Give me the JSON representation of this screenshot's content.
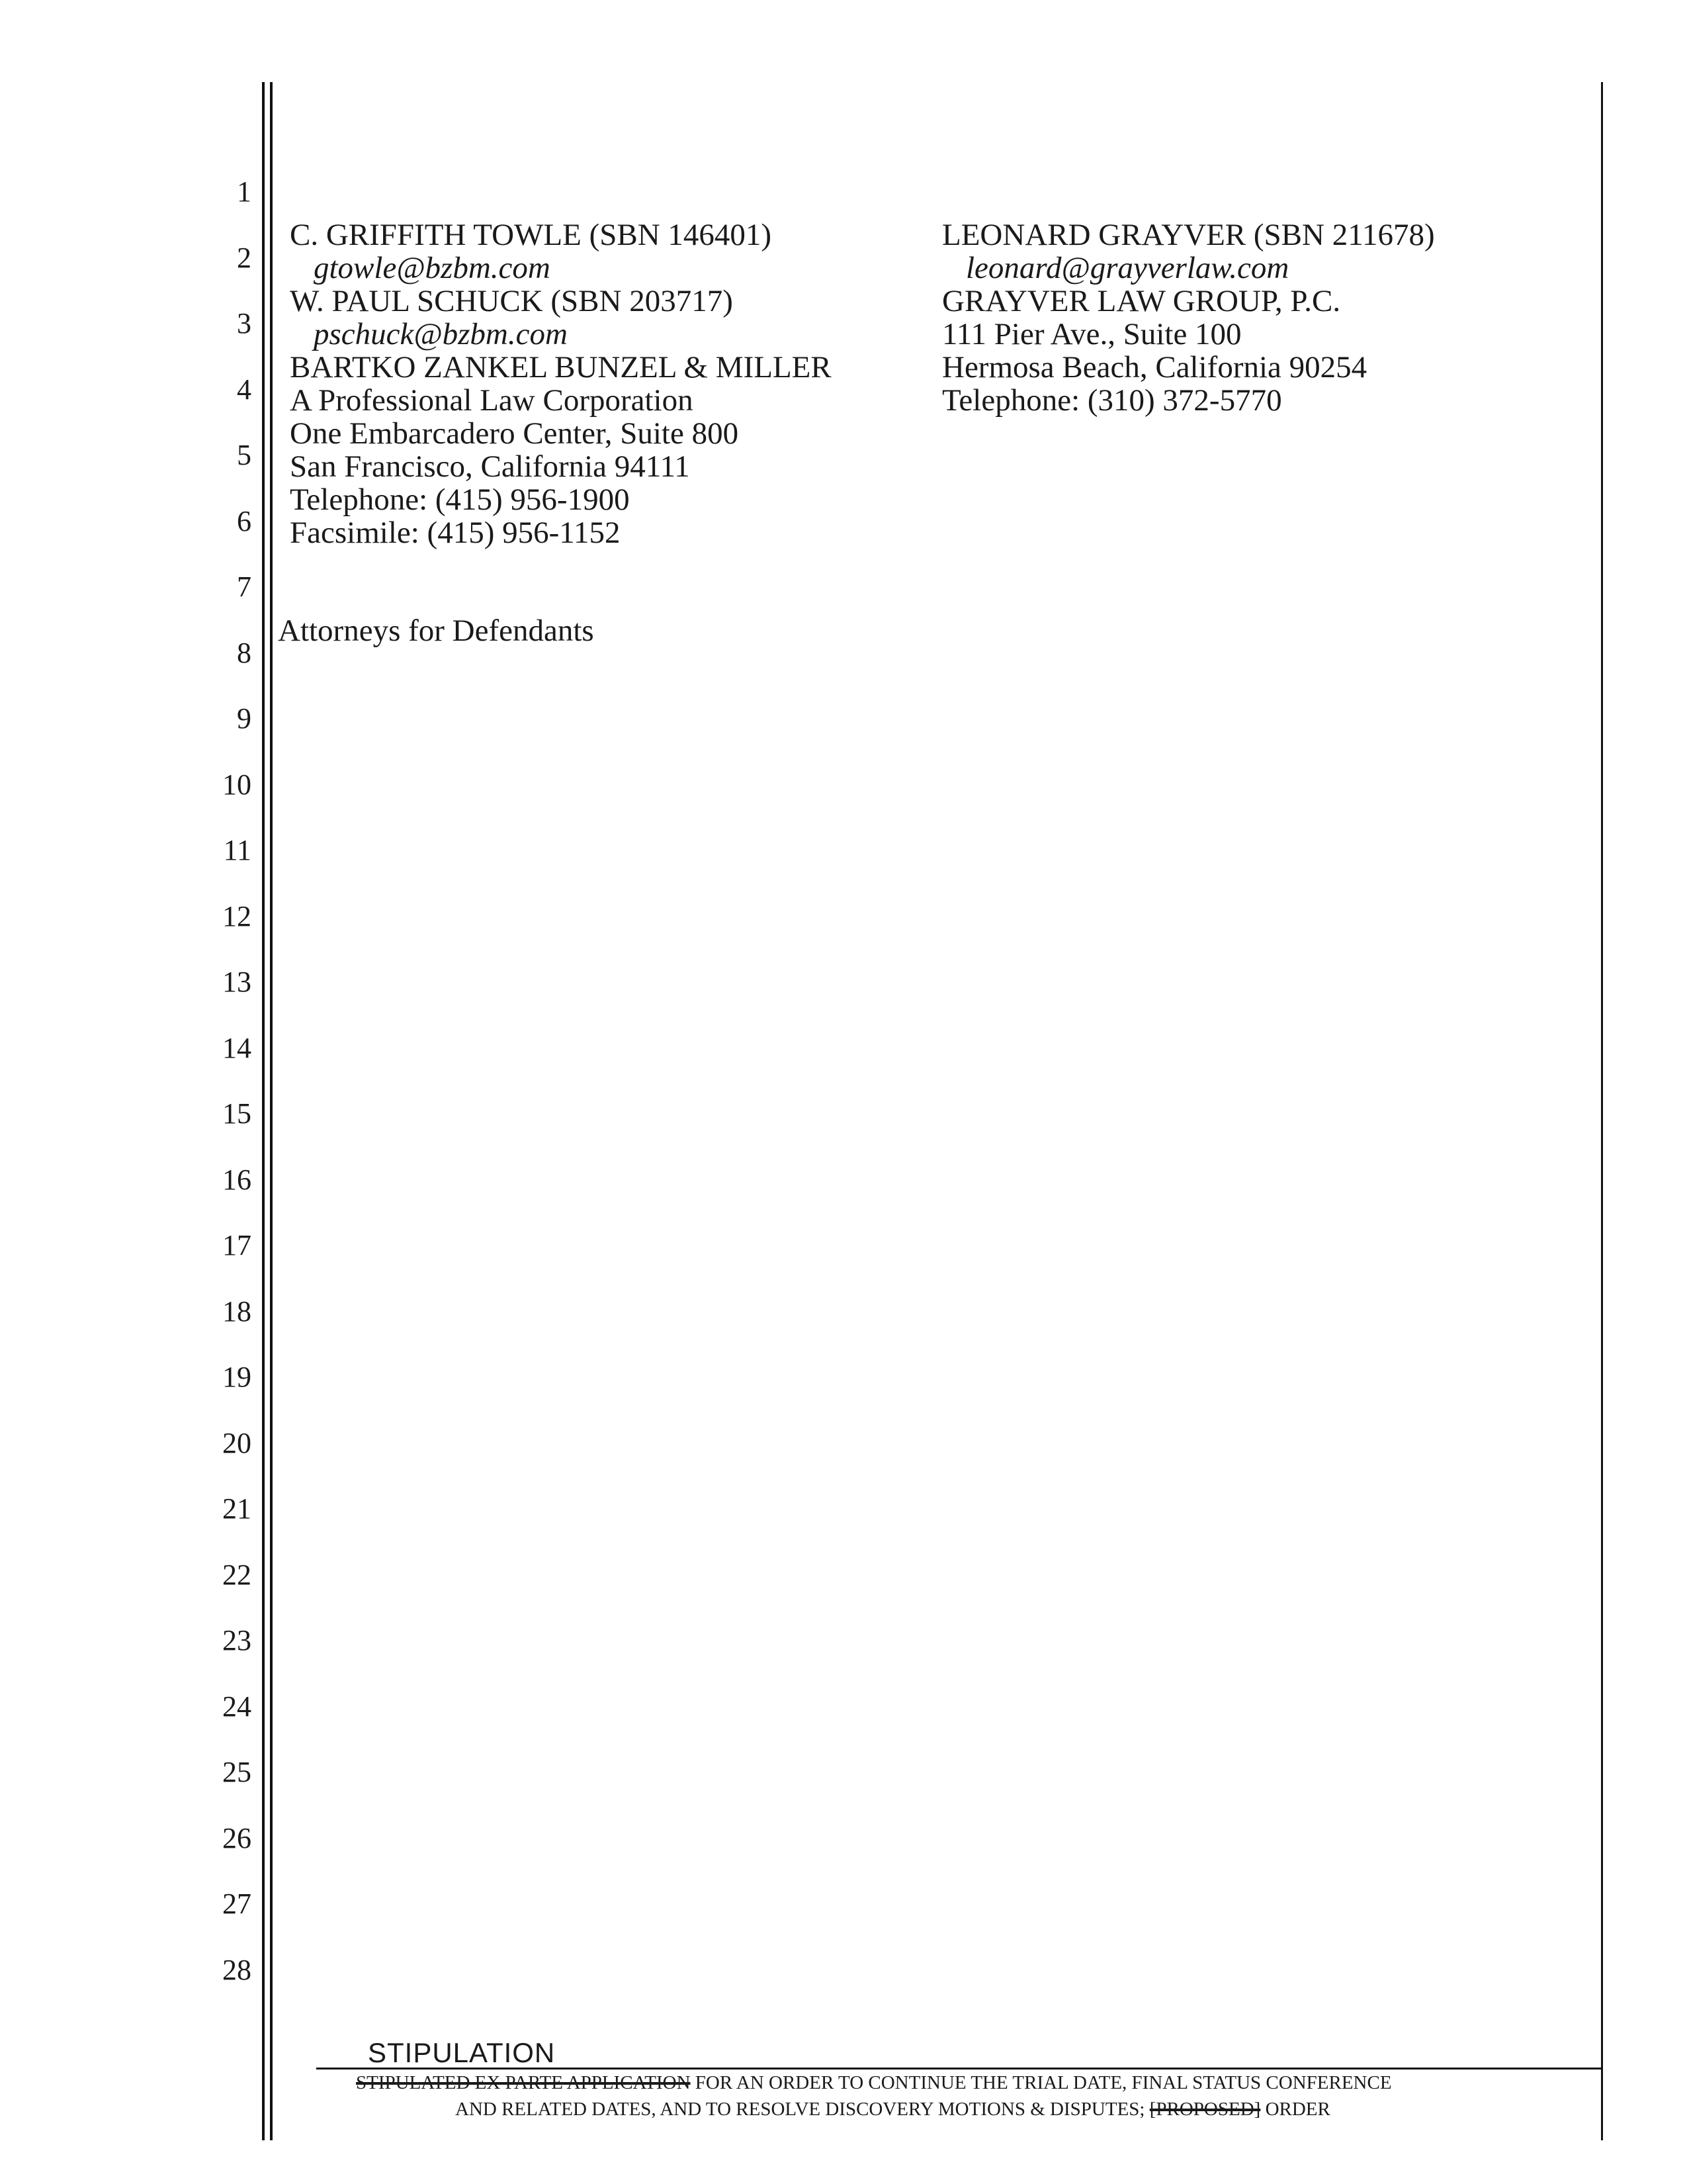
{
  "line_numbers": [
    "1",
    "2",
    "3",
    "4",
    "5",
    "6",
    "7",
    "8",
    "9",
    "10",
    "11",
    "12",
    "13",
    "14",
    "15",
    "16",
    "17",
    "18",
    "19",
    "20",
    "21",
    "22",
    "23",
    "24",
    "25",
    "26",
    "27",
    "28"
  ],
  "attorneys_left": {
    "name1": "C. GRIFFITH TOWLE (SBN 146401)",
    "email1": "gtowle@bzbm.com",
    "name2": "W. PAUL SCHUCK (SBN 203717)",
    "email2": "pschuck@bzbm.com",
    "firm": "BARTKO ZANKEL BUNZEL & MILLER",
    "firm_type": "A Professional Law Corporation",
    "address1": "One Embarcadero Center, Suite 800",
    "address2": "San Francisco, California 94111",
    "telephone": "Telephone: (415) 956-1900",
    "facsimile": "Facsimile:   (415) 956-1152"
  },
  "attorneys_right": {
    "name": "LEONARD GRAYVER (SBN 211678)",
    "email": "leonard@grayverlaw.com",
    "firm": "GRAYVER LAW GROUP, P.C.",
    "address1": "111 Pier Ave., Suite 100",
    "address2": "Hermosa Beach, California 90254",
    "telephone": "Telephone:  (310) 372-5770"
  },
  "attorneys_for": "Attorneys for Defendants",
  "footer": {
    "label": "STIPULATION",
    "line1_struck": "STIPULATED EX PARTE APPLICATION",
    "line1_rest": " FOR AN ORDER TO CONTINUE THE TRIAL DATE,  FINAL STATUS CONFERENCE",
    "line2_start": "AND RELATED DATES, AND TO RESOLVE DISCOVERY MOTIONS & DISPUTES; ",
    "line2_struck": "[PROPOSED]",
    "line2_end": " ORDER"
  }
}
